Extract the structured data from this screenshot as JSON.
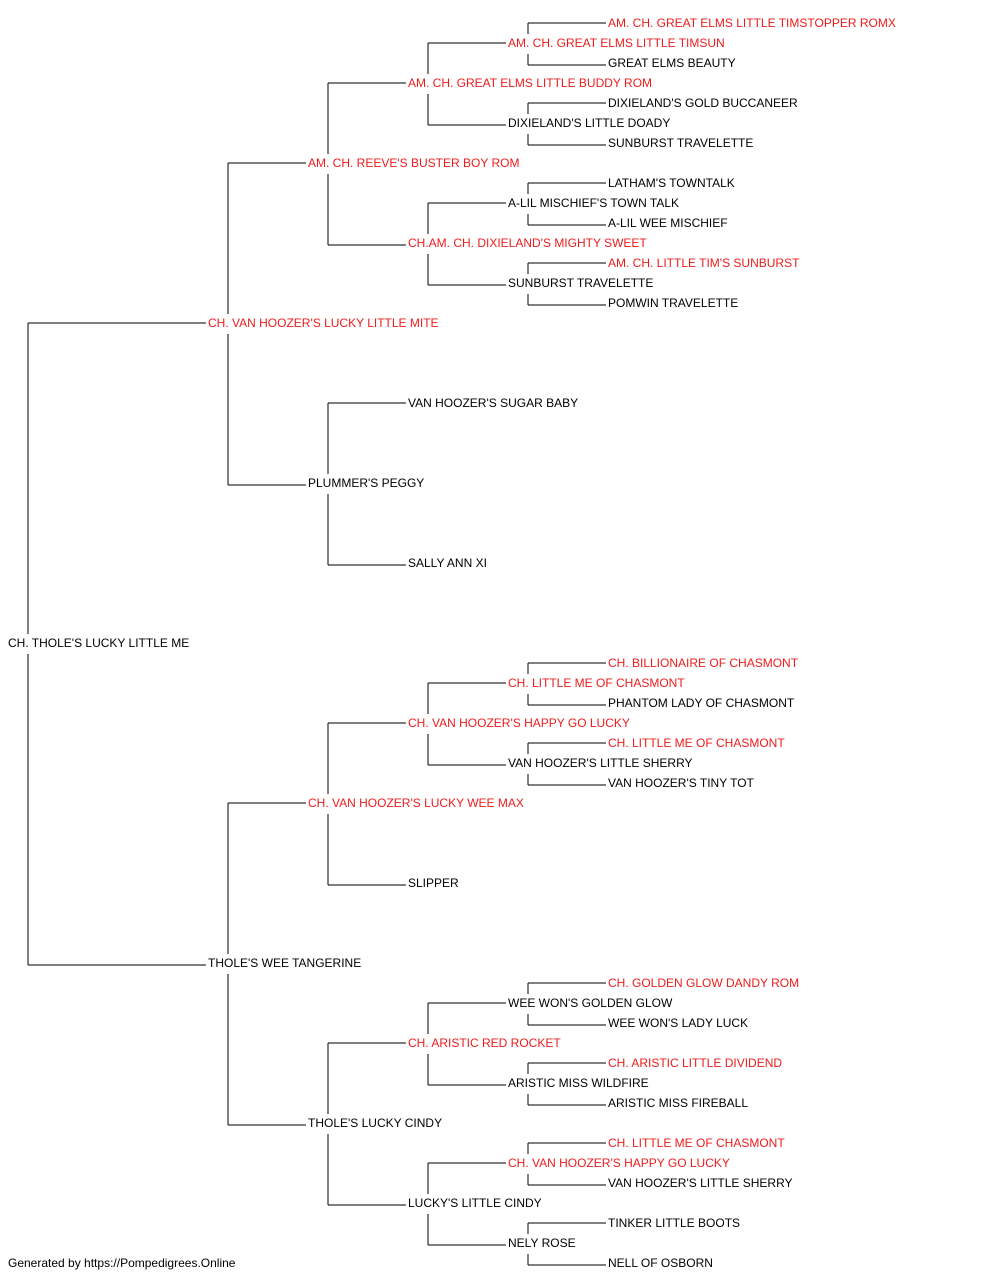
{
  "colors": {
    "champion": "#ee1c1c",
    "regular": "#000000",
    "line": "#000000"
  },
  "pedigree": {
    "name": "CH. THOLE'S LUCKY LITTLE ME",
    "champion": false,
    "sire": {
      "name": "CH. VAN HOOZER'S LUCKY LITTLE MITE",
      "champion": true,
      "sire": {
        "name": "AM. CH. REEVE'S BUSTER BOY ROM",
        "champion": true,
        "sire": {
          "name": "AM. CH. GREAT ELMS LITTLE BUDDY ROM",
          "champion": true,
          "sire": {
            "name": "AM. CH. GREAT ELMS LITTLE TIMSUN",
            "champion": true,
            "sire": {
              "name": "AM. CH. GREAT ELMS LITTLE TIMSTOPPER ROMX",
              "champion": true
            },
            "dam": {
              "name": "GREAT ELMS BEAUTY",
              "champion": false
            }
          },
          "dam": {
            "name": "DIXIELAND'S LITTLE DOADY",
            "champion": false,
            "sire": {
              "name": "DIXIELAND'S GOLD BUCCANEER",
              "champion": false
            },
            "dam": {
              "name": "SUNBURST TRAVELETTE",
              "champion": false
            }
          }
        },
        "dam": {
          "name": "CH.AM. CH. DIXIELAND'S MIGHTY SWEET",
          "champion": true,
          "sire": {
            "name": "A-LIL MISCHIEF'S TOWN TALK",
            "champion": false,
            "sire": {
              "name": "LATHAM'S TOWNTALK",
              "champion": false
            },
            "dam": {
              "name": "A-LIL WEE MISCHIEF",
              "champion": false
            }
          },
          "dam": {
            "name": "SUNBURST TRAVELETTE",
            "champion": false,
            "sire": {
              "name": "AM. CH. LITTLE TIM'S SUNBURST",
              "champion": true
            },
            "dam": {
              "name": "POMWIN TRAVELETTE",
              "champion": false
            }
          }
        }
      },
      "dam": {
        "name": "PLUMMER'S PEGGY",
        "champion": false,
        "sire": {
          "name": "VAN HOOZER'S SUGAR BABY",
          "champion": false
        },
        "dam": {
          "name": "SALLY ANN XI",
          "champion": false
        }
      }
    },
    "dam": {
      "name": "THOLE'S WEE TANGERINE",
      "champion": false,
      "sire": {
        "name": "CH. VAN HOOZER'S LUCKY WEE MAX",
        "champion": true,
        "sire": {
          "name": "CH. VAN HOOZER'S HAPPY GO LUCKY",
          "champion": true,
          "sire": {
            "name": "CH. LITTLE ME OF CHASMONT",
            "champion": true,
            "sire": {
              "name": "CH. BILLIONAIRE OF CHASMONT",
              "champion": true
            },
            "dam": {
              "name": "PHANTOM LADY OF CHASMONT",
              "champion": false
            }
          },
          "dam": {
            "name": "VAN HOOZER'S LITTLE SHERRY",
            "champion": false,
            "sire": {
              "name": "CH. LITTLE ME OF CHASMONT",
              "champion": true
            },
            "dam": {
              "name": "VAN HOOZER'S TINY TOT",
              "champion": false
            }
          }
        },
        "dam": {
          "name": "SLIPPER",
          "champion": false
        }
      },
      "dam": {
        "name": "THOLE'S LUCKY CINDY",
        "champion": false,
        "sire": {
          "name": "CH. ARISTIC RED ROCKET",
          "champion": true,
          "sire": {
            "name": "WEE WON'S GOLDEN GLOW",
            "champion": false,
            "sire": {
              "name": "CH. GOLDEN GLOW DANDY ROM",
              "champion": true
            },
            "dam": {
              "name": "WEE WON'S LADY LUCK",
              "champion": false
            }
          },
          "dam": {
            "name": "ARISTIC MISS WILDFIRE",
            "champion": false,
            "sire": {
              "name": "CH. ARISTIC LITTLE DIVIDEND",
              "champion": true
            },
            "dam": {
              "name": "ARISTIC MISS FIREBALL",
              "champion": false
            }
          }
        },
        "dam": {
          "name": "LUCKY'S LITTLE CINDY",
          "champion": false,
          "sire": {
            "name": "CH. VAN HOOZER'S HAPPY GO LUCKY",
            "champion": true,
            "sire": {
              "name": "CH. LITTLE ME OF CHASMONT",
              "champion": true
            },
            "dam": {
              "name": "VAN HOOZER'S LITTLE SHERRY",
              "champion": false
            }
          },
          "dam": {
            "name": "NELY ROSE",
            "champion": false,
            "sire": {
              "name": "TINKER LITTLE BOOTS",
              "champion": false
            },
            "dam": {
              "name": "NELL OF OSBORN",
              "champion": false
            }
          }
        }
      }
    }
  },
  "footer": {
    "text": "Generated by https://Pompedigrees.Online"
  }
}
